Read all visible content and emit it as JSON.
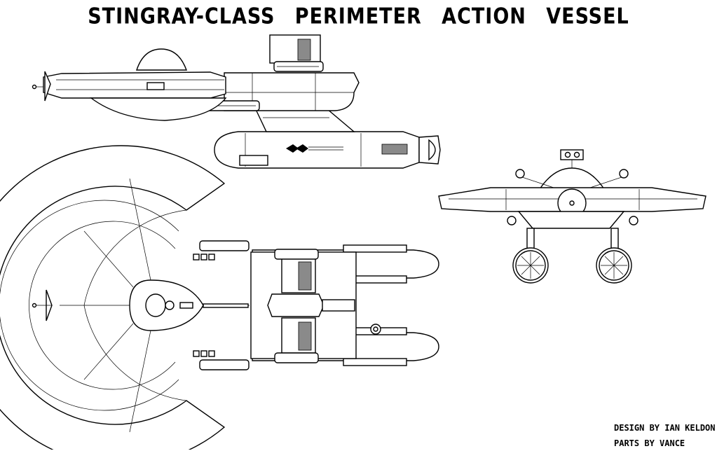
{
  "title": "STINGRAY-CLASS PERIMETER ACTION VESSEL",
  "credits": {
    "design": "DESIGN BY IAN KELDON",
    "parts": "PARTS BY VANCE"
  },
  "colors": {
    "line": "#000000",
    "background": "#ffffff",
    "shade": "#8a8a8a"
  }
}
